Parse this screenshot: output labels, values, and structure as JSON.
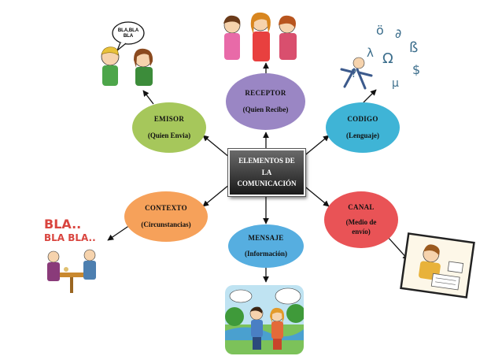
{
  "center": {
    "text": "ELEMENTOS DE\nLA\nCOMUNICACIÓN"
  },
  "nodes": {
    "receptor": {
      "title": "RECEPTOR",
      "sub": "(Quien Recibe)",
      "color": "#9a86c4"
    },
    "emisor": {
      "title": "EMISOR",
      "sub": "(Quien Envia)",
      "color": "#a6c75b"
    },
    "codigo": {
      "title": "CODIGO",
      "sub": "(Lenguaje)",
      "color": "#3fb4d6"
    },
    "contexto": {
      "title": "CONTEXTO",
      "sub": "(Circunstancias)",
      "color": "#f6a15a"
    },
    "canal": {
      "title": "CANAL",
      "sub": "(Medio de envío)",
      "color": "#e95356"
    },
    "mensaje": {
      "title": "MENSAJE",
      "sub": "(Información)",
      "color": "#56aee0"
    }
  },
  "illustrations": {
    "emisor_bubble": "BLA,BLA\nBLA",
    "contexto_text": "BLA.. BLA BLA.."
  }
}
